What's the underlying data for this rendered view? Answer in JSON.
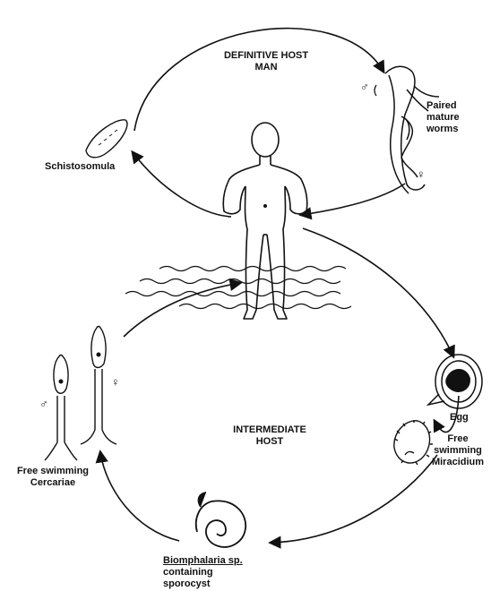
{
  "definitive_host": {
    "line1": "DEFINITIVE HOST",
    "line2": "MAN"
  },
  "intermediate_host": {
    "line1": "INTERMEDIATE",
    "line2": "HOST"
  },
  "stages": {
    "paired_worms": {
      "line1": "Paired",
      "line2": "mature",
      "line3": "worms"
    },
    "schistosomula": {
      "label": "Schistosomula"
    },
    "egg": {
      "label": "Egg"
    },
    "miracidium": {
      "line1": "Free",
      "line2": "swimming",
      "line3": "Miracidium"
    },
    "snail": {
      "genus": "Biomphalaria sp.",
      "line2": "containing",
      "line3": "sporocyst"
    },
    "cercariae": {
      "line1": "Free swimming",
      "line2": "Cercariae"
    }
  },
  "symbols": {
    "male": "♂",
    "female": "♀"
  },
  "colors": {
    "ink": "#111111",
    "background": "#ffffff"
  }
}
